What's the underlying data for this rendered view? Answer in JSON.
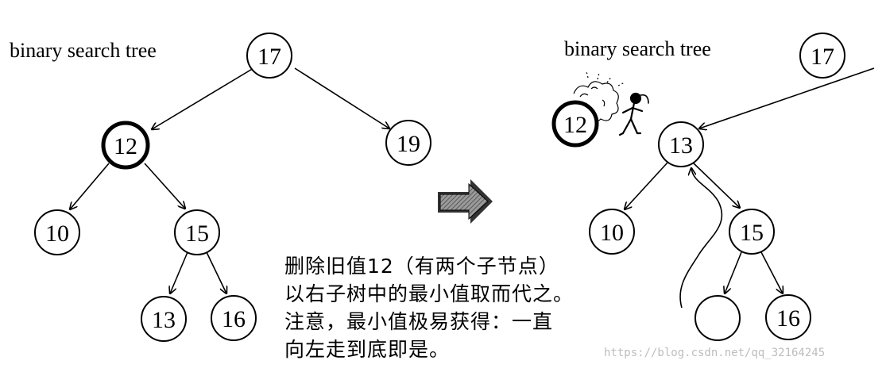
{
  "left_panel": {
    "title": "binary search tree",
    "nodes": {
      "root": "17",
      "deleted": "12",
      "right": "19",
      "n10": "10",
      "n15": "15",
      "n13": "13",
      "n16": "16"
    }
  },
  "right_panel": {
    "title": "binary search tree",
    "removed_node": "12",
    "nodes": {
      "root": "17",
      "new_node": "13",
      "n10": "10",
      "n15": "15",
      "n16": "16"
    }
  },
  "caption": {
    "lines": [
      "删除旧值12（有两个子节点）",
      "以右子树中的最小值取而代之。",
      "注意，最小值极易获得：一直",
      "向左走到底即是。"
    ]
  },
  "watermark": "https://blog.csdn.net/qq_32164245",
  "icons": {
    "transform_arrow": "arrow-right-icon",
    "figure": "stick-figure-icon",
    "explosion": "dust-cloud-icon"
  }
}
